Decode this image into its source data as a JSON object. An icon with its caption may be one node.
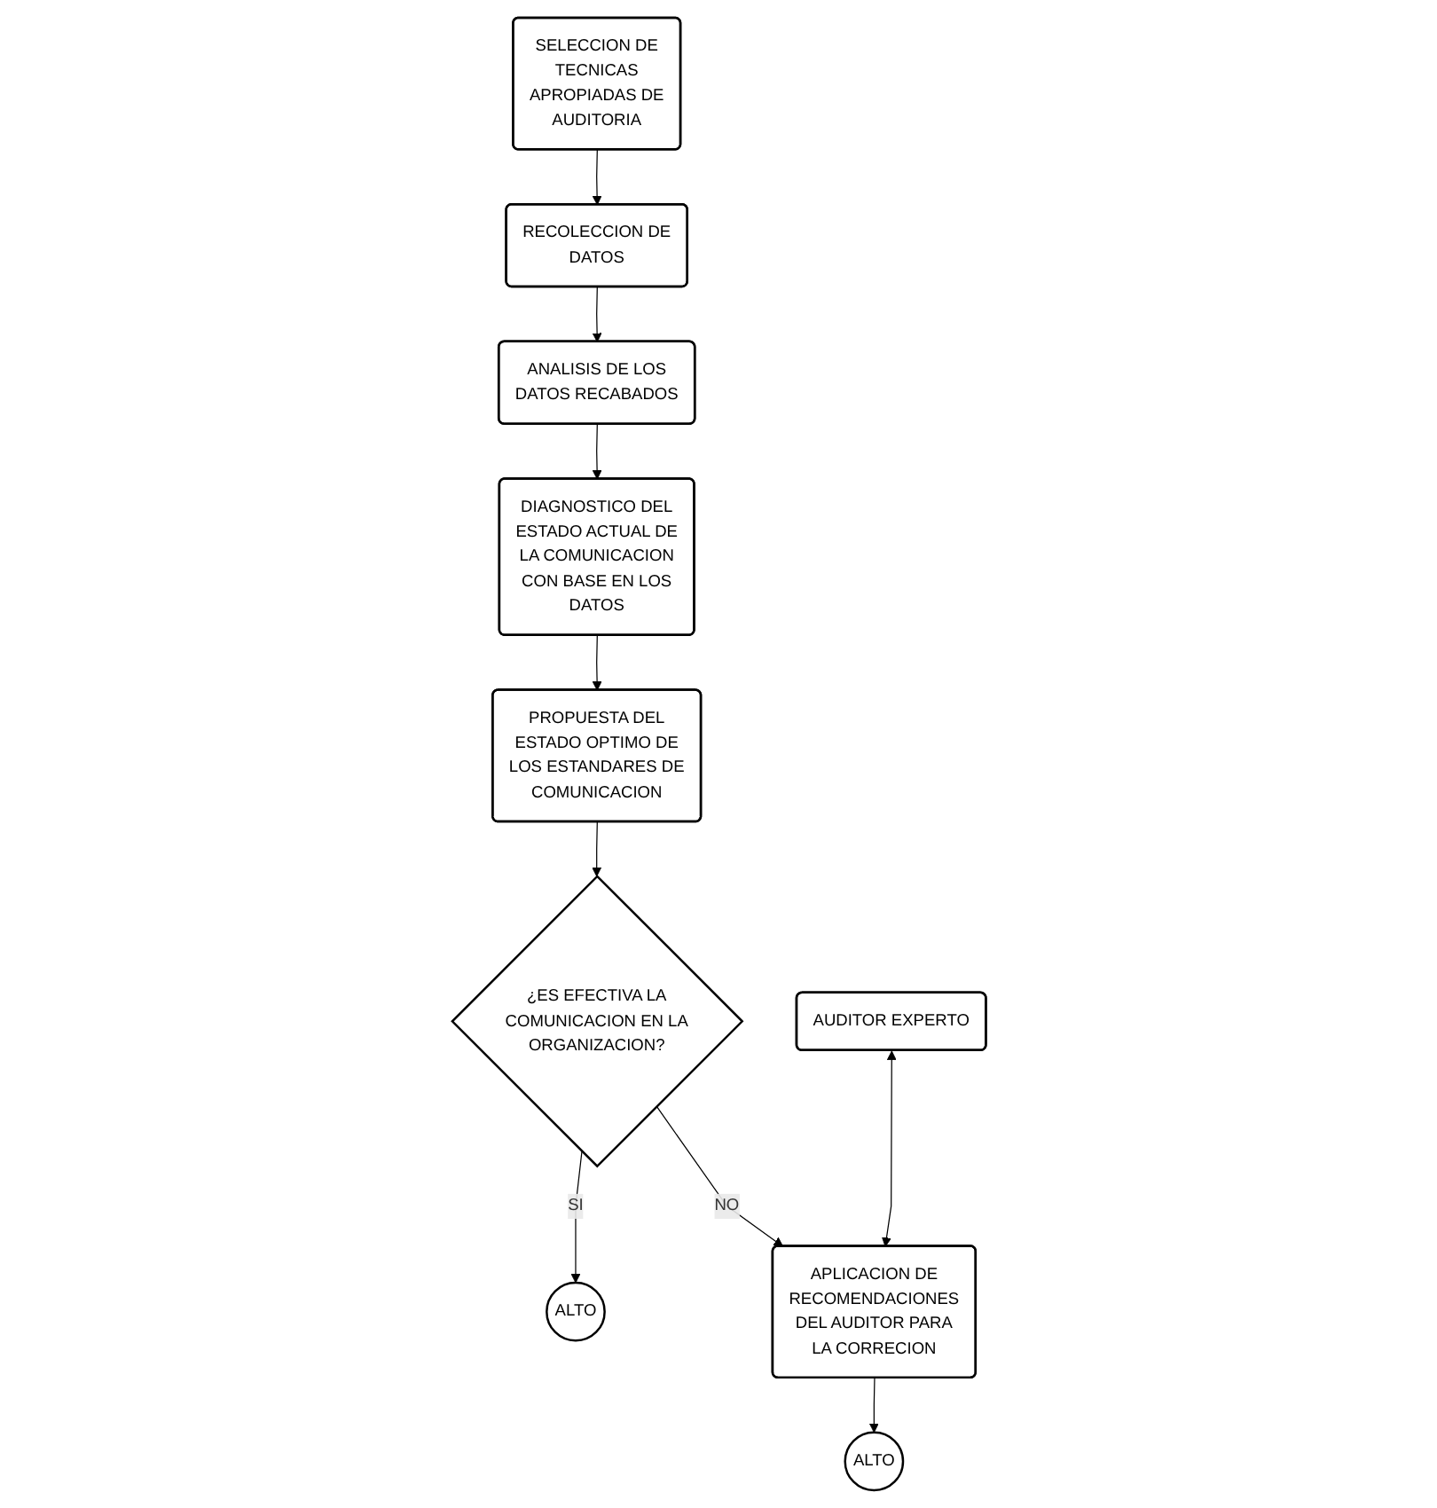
{
  "diagram": {
    "nodes": [
      {
        "text": [
          "SELECCION DE TECNICAS APROPIADAS DE AUDITORIA"
        ]
      },
      {
        "text": [
          "RECOLECCION DE DATOS"
        ]
      },
      {
        "text": [
          "ANALISIS DE LOS DATOS RECABADOS"
        ]
      },
      {
        "text": [
          "PROPUESTA DEL ESTADO OPTIMO DE LOS ESTANDARES DE COMUNICACION"
        ]
      },
      {
        "text": [
          "DIAGNOSTICO DEL ESTADO ACTUAL DE LA COMUNICACION CON BASE EN LOS DATOS"
        ]
      },
      {
        "text": [
          "¿ES EFECTIVA LA COMUNICACION EN LA ORGANIZACION?"
        ]
      },
      {
        "text": [
          "ALTO"
        ]
      },
      {
        "text": [
          "AUDITOR EXPERTO"
        ]
      },
      {
        "text": [
          "APLICACION DE RECOMENDACIONES DEL AUDITOR PARA LA CORRECION"
        ]
      },
      {
        "text": [
          "ALTO"
        ]
      }
    ],
    "edges": [
      {
        "from": 0,
        "to": 1,
        "arrow": "to"
      },
      {
        "from": 1,
        "to": 2,
        "arrow": "to"
      },
      {
        "from": 2,
        "to": 4,
        "arrow": "to"
      },
      {
        "from": 4,
        "to": 3,
        "arrow": "to"
      },
      {
        "from": 3,
        "to": 5,
        "arrow": "to"
      },
      {
        "from": 5,
        "to": 6,
        "arrow": "to",
        "label": "SI"
      },
      {
        "from": 5,
        "to": 8,
        "arrow": "to",
        "label": "NO"
      },
      {
        "from": 7,
        "to": 8,
        "arrow": "both"
      },
      {
        "from": 8,
        "to": 9,
        "arrow": "to"
      }
    ]
  }
}
